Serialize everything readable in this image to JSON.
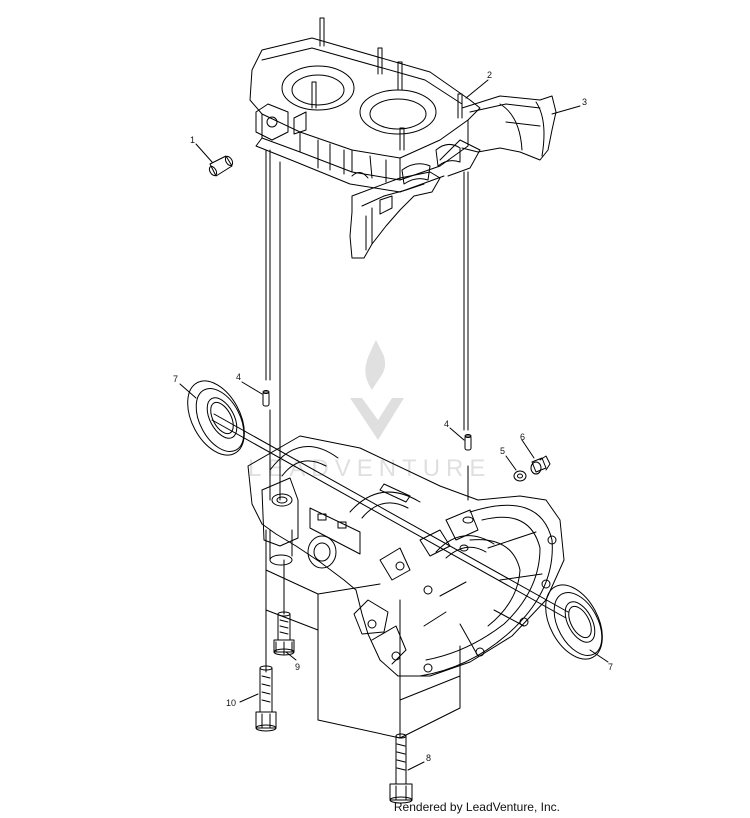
{
  "callouts": {
    "c1": "1",
    "c2": "2",
    "c3": "3",
    "c4a": "4",
    "c4b": "4",
    "c5": "5",
    "c6": "6",
    "c7a": "7",
    "c7b": "7",
    "c8": "8",
    "c9": "9",
    "c10": "10"
  },
  "watermark": "LEADVENTURE",
  "credit": "Rendered by LeadVenture, Inc."
}
